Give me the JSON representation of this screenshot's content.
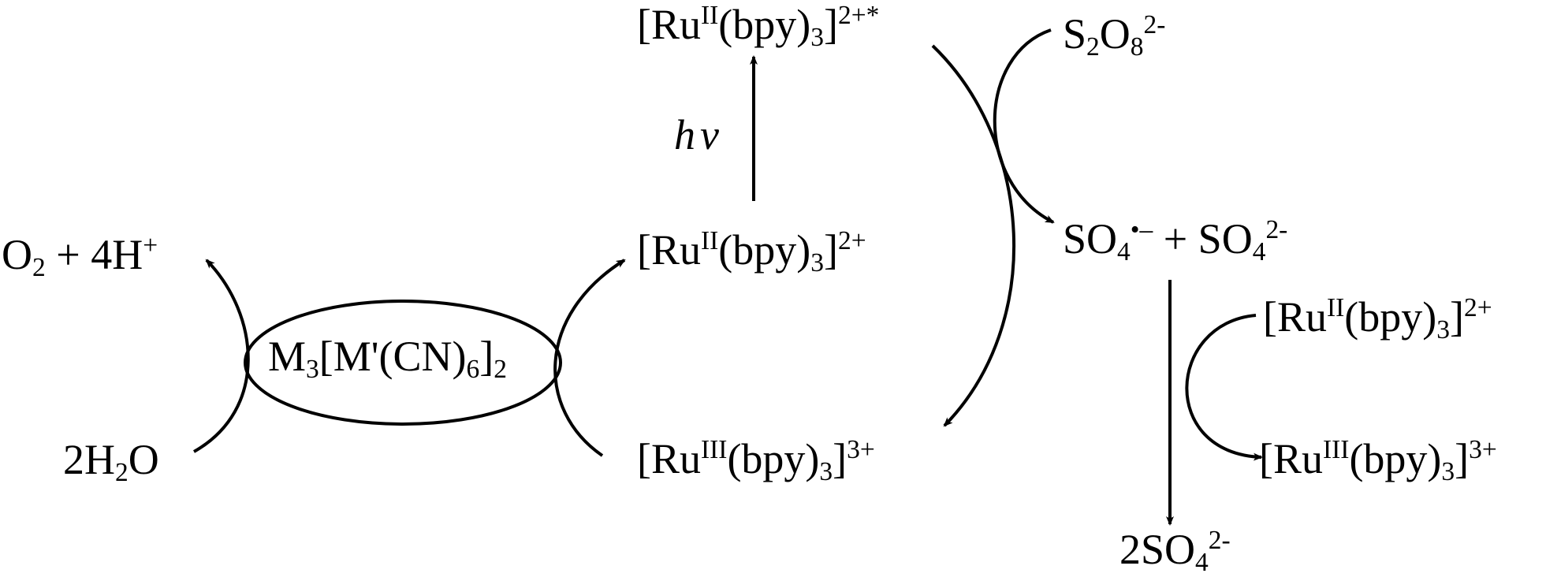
{
  "labels": {
    "ru_excited": {
      "prefix": "[Ru",
      "ox": "II",
      "ligand": "(bpy)",
      "sub": "3",
      "suffix": "]",
      "charge": "2+*"
    },
    "ru_ground": {
      "prefix": "[Ru",
      "ox": "II",
      "ligand": "(bpy)",
      "sub": "3",
      "suffix": "]",
      "charge": "2+"
    },
    "ru_oxidized": {
      "prefix": "[Ru",
      "ox": "III",
      "ligand": "(bpy)",
      "sub": "3",
      "suffix": "]",
      "charge": "3+"
    },
    "ru_ground_right": {
      "prefix": "[Ru",
      "ox": "II",
      "ligand": "(bpy)",
      "sub": "3",
      "suffix": "]",
      "charge": "2+"
    },
    "ru_oxidized_right": {
      "prefix": "[Ru",
      "ox": "III",
      "ligand": "(bpy)",
      "sub": "3",
      "suffix": "]",
      "charge": "3+"
    },
    "hv": "hν",
    "persulfate": {
      "s": "S",
      "s_sub": "2",
      "o": "O",
      "o_sub": "8",
      "charge": "2-"
    },
    "sulfate_radical_pair": {
      "a": "SO",
      "a_sub": "4",
      "a_sup": "•–",
      "plus": " + SO",
      "b_sub": "4",
      "b_sup": "2-"
    },
    "sulfate_product": {
      "coef": "2SO",
      "sub": "4",
      "sup": "2-"
    },
    "oxygen": {
      "o2": "O",
      "o2_sub": "2",
      "rest": " + 4H",
      "sup": "+"
    },
    "water": {
      "a": "2H",
      "sub": "2",
      "b": "O"
    },
    "catalyst": {
      "a": "M",
      "a_sub": "3",
      "b": "[M'(CN)",
      "b_sub": "6",
      "c": "]",
      "c_sub": "2"
    }
  }
}
